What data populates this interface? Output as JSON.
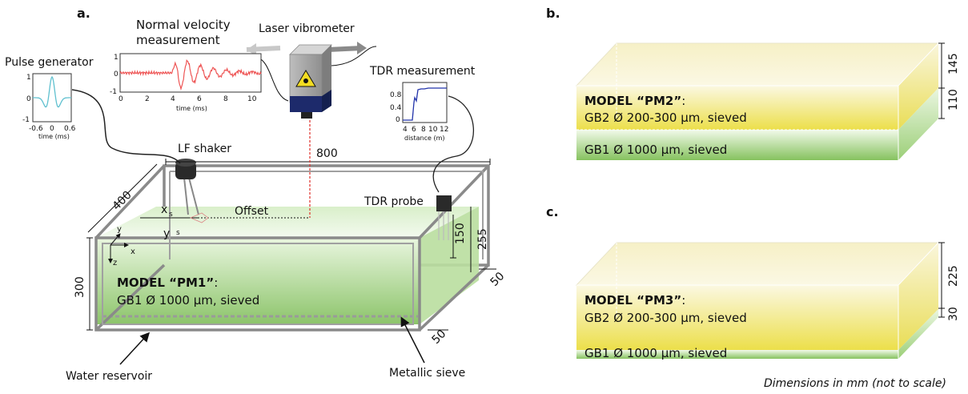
{
  "panel_a": {
    "label": "a.",
    "pulse_generator": {
      "title": "Pulse generator",
      "y_ticks": [
        "1",
        "0",
        "-1"
      ],
      "x_ticks": [
        "-0.6",
        "0",
        "0.6"
      ],
      "xlabel": "time (ms)"
    },
    "velocity": {
      "title_line1": "Normal velocity",
      "title_line2": "measurement",
      "y_ticks": [
        "1",
        "0",
        "-1"
      ],
      "x_ticks": [
        "0",
        "2",
        "4",
        "6",
        "8",
        "10"
      ],
      "xlabel": "time (ms)"
    },
    "laser": {
      "title": "Laser vibrometer"
    },
    "tdr": {
      "title": "TDR measurement",
      "y_ticks": [
        "0.8",
        "0.4",
        "0"
      ],
      "x_ticks": [
        "4",
        "6",
        "8",
        "10",
        "12"
      ],
      "xlabel": "distance (m)",
      "probe": "TDR probe"
    },
    "shaker": "LF shaker",
    "dims": {
      "length": "800",
      "width": "400",
      "height": "300",
      "d255": "255",
      "d150": "150",
      "d50a": "50",
      "d50b": "50"
    },
    "offset": "Offset",
    "xs": "x",
    "xs_sub": "s",
    "ys": "y",
    "ys_sub": "s",
    "axes": {
      "x": "x",
      "y": "y",
      "z": "z"
    },
    "model_title": "MODEL “PM1”",
    "model_colon": ":",
    "model_line": "GB1 Ø 1000 µm, sieved",
    "water_reservoir": "Water reservoir",
    "metallic_sieve": "Metallic sieve"
  },
  "panel_b": {
    "label": "b.",
    "model_title": "MODEL “PM2”",
    "model_colon": ":",
    "line1": "GB2 Ø 200-300 µm, sieved",
    "line2": "GB1 Ø 1000 µm, sieved",
    "dim_top": "145",
    "dim_bottom": "110"
  },
  "panel_c": {
    "label": "c.",
    "model_title": "MODEL “PM3”",
    "model_colon": ":",
    "line1": "GB2 Ø 200-300 µm, sieved",
    "line2": "GB1 Ø 1000 µm, sieved",
    "dim_top": "225",
    "dim_bottom": "30"
  },
  "footnote": "Dimensions in mm (not to scale)",
  "colors": {
    "sand_green": "#8cc46a",
    "sand_yellow": "#e8df4a",
    "signal_red": "#ee5555",
    "pulse_cyan": "#5fc0cf",
    "tdr_blue": "#2233aa",
    "laser_red": "#e0302a",
    "frame_gray": "#8a8a8a"
  }
}
